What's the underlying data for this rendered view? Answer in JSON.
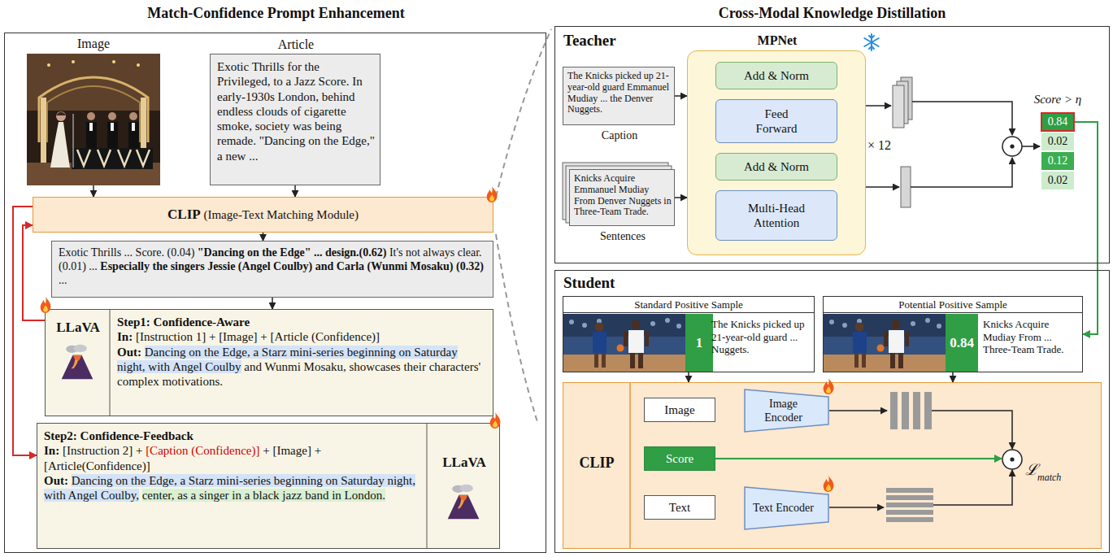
{
  "diagram": {
    "nodes": [
      {
        "text": [
          "Match-Confidence Prompt Enhancement"
        ]
      },
      {
        "text": [
          "Image"
        ],
        "in": 0
      },
      {
        "text": [
          "Article",
          "Exotic Thrills for the Privileged, to a Jazz Score. In early-1930s London, behind endless clouds of cigarette smoke, society was being remade. \"Dancing on the Edge,\" a new ..."
        ],
        "in": 0
      },
      {
        "text": [
          "CLIP",
          "(Image-Text Matching Module)"
        ],
        "in": 0
      },
      {
        "text": [
          "Exotic Thrills ... Score. (0.04)",
          "\"Dancing on the Edge\" ... design.(0.62)",
          "It's not always clear. (0.01) ...",
          "Especially the singers Jessie (Angel Coulby) and Carla (Wunmi Mosaku) (0.32)",
          "..."
        ],
        "in": 0
      },
      {
        "text": [
          "LLaVA",
          "Step1: Confidence-Aware",
          "In:",
          "[Instruction 1] + [Image] + [Article (Confidence)]",
          "Out:",
          "Dancing on the Edge, a Starz mini-series beginning on Saturday night, with Angel Coulby",
          "and Wunmi Mosaku, showcases their characters' complex motivations."
        ],
        "in": 0
      },
      {
        "text": [
          "Step2: Confidence-Feedback",
          "In:",
          "[Instruction 2] +",
          "[Caption (Confidence)]",
          "+ [Image] + [Article(Confidence)]",
          "Out:",
          "Dancing on the Edge, a Starz mini-series beginning on Saturday night, with Angel Coulby,",
          "center, as a singer in a black jazz band in London.",
          "LLaVA"
        ],
        "in": 0
      },
      {
        "text": [
          "Teacher"
        ]
      },
      {
        "text": [
          "The Knicks picked up 21-year-old guard Emmanuel Mudiay ... the Denver Nuggets.",
          "Caption"
        ],
        "in": 7
      },
      {
        "text": [
          "Knicks Acquire Emmanuel Mudiay From Denver Nuggets in Three-Team Trade.",
          "Sentences"
        ],
        "in": 7
      },
      {
        "text": [
          "MPNet"
        ],
        "in": 7
      },
      {
        "text": [
          "Add & Norm"
        ],
        "in": 10
      },
      {
        "text": [
          "Feed Forward"
        ],
        "in": 10
      },
      {
        "text": [
          "Add & Norm"
        ],
        "in": 10
      },
      {
        "text": [
          "Multi-Head Attention"
        ],
        "in": 10
      },
      {
        "text": [
          "0.84"
        ],
        "in": 7
      },
      {
        "text": [
          "0.02"
        ],
        "in": 7
      },
      {
        "text": [
          "0.12"
        ],
        "in": 7
      },
      {
        "text": [
          "0.02"
        ],
        "in": 7
      },
      {
        "text": [
          "Student"
        ]
      },
      {
        "text": [
          "Standard Positive Sample",
          "The Knicks picked up 21-year-old guard ... Nuggets."
        ],
        "in": 19
      },
      {
        "text": [
          "1"
        ],
        "in": 20
      },
      {
        "text": [
          "Potential Positive Sample",
          "Knicks Acquire Mudiay From ... Three-Team Trade."
        ],
        "in": 19
      },
      {
        "text": [
          "0.84"
        ],
        "in": 22
      },
      {
        "text": [
          "CLIP"
        ],
        "in": 19
      },
      {
        "text": [
          "Image"
        ],
        "in": 24
      },
      {
        "text": [
          "Score"
        ],
        "in": 24
      },
      {
        "text": [
          "Text"
        ],
        "in": 24
      },
      {
        "text": [
          "Image Encoder"
        ],
        "in": 24
      },
      {
        "text": [
          "Text Encoder"
        ],
        "in": 24
      }
    ],
    "edges": [
      {
        "from": 1,
        "to": 3,
        "arrow": "to"
      },
      {
        "from": 2,
        "to": 3,
        "arrow": "to"
      },
      {
        "from": 3,
        "to": 4,
        "arrow": "to"
      },
      {
        "from": 4,
        "to": 5,
        "arrow": "to"
      },
      {
        "from": 5,
        "to": 3,
        "arrow": "to"
      },
      {
        "from": 3,
        "to": 6,
        "arrow": "to"
      },
      {
        "from": 8,
        "to": 10,
        "arrow": "to"
      },
      {
        "from": 9,
        "to": 10,
        "arrow": "to"
      },
      {
        "from": 15,
        "to": 22,
        "arrow": "to"
      },
      {
        "from": 20,
        "to": 24,
        "arrow": "to"
      },
      {
        "from": 22,
        "to": 24,
        "arrow": "to"
      },
      {
        "from": 25,
        "to": 28,
        "arrow": "to"
      },
      {
        "from": 27,
        "to": 29,
        "arrow": "to"
      }
    ],
    "labels": [
      "Cross-Modal Knowledge Distillation",
      "× 12",
      "Score > η",
      "ℒ",
      "match"
    ]
  }
}
